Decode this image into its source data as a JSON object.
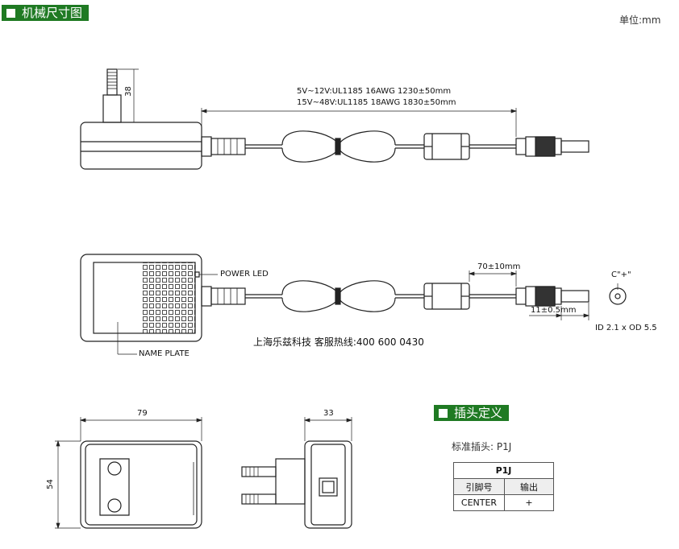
{
  "header": {
    "title": "机械尺寸图",
    "unit": "单位:mm"
  },
  "top_view": {
    "dim_height": "38",
    "cable_spec_line1": "5V~12V:UL1185 16AWG 1230±50mm",
    "cable_spec_line2": "15V~48V:UL1185 18AWG 1830±50mm"
  },
  "mid_view": {
    "power_led": "POWER LED",
    "name_plate": "NAME PLATE",
    "ferrite_distance": "70±10mm",
    "plug_length": "11±0.5mm",
    "polarity": "C\"+\"",
    "plug_size": "ID 2.1 x OD 5.5",
    "hotline": "上海乐兹科技 客服热线:400 600 0430"
  },
  "bottom_view": {
    "width": "79",
    "height": "54",
    "depth": "33"
  },
  "plug_definition": {
    "title": "插头定义",
    "standard": "标准插头: P1J",
    "table": {
      "header": "P1J",
      "col1": "引脚号",
      "col2": "输出",
      "row_pin": "CENTER",
      "row_output": "+"
    }
  }
}
